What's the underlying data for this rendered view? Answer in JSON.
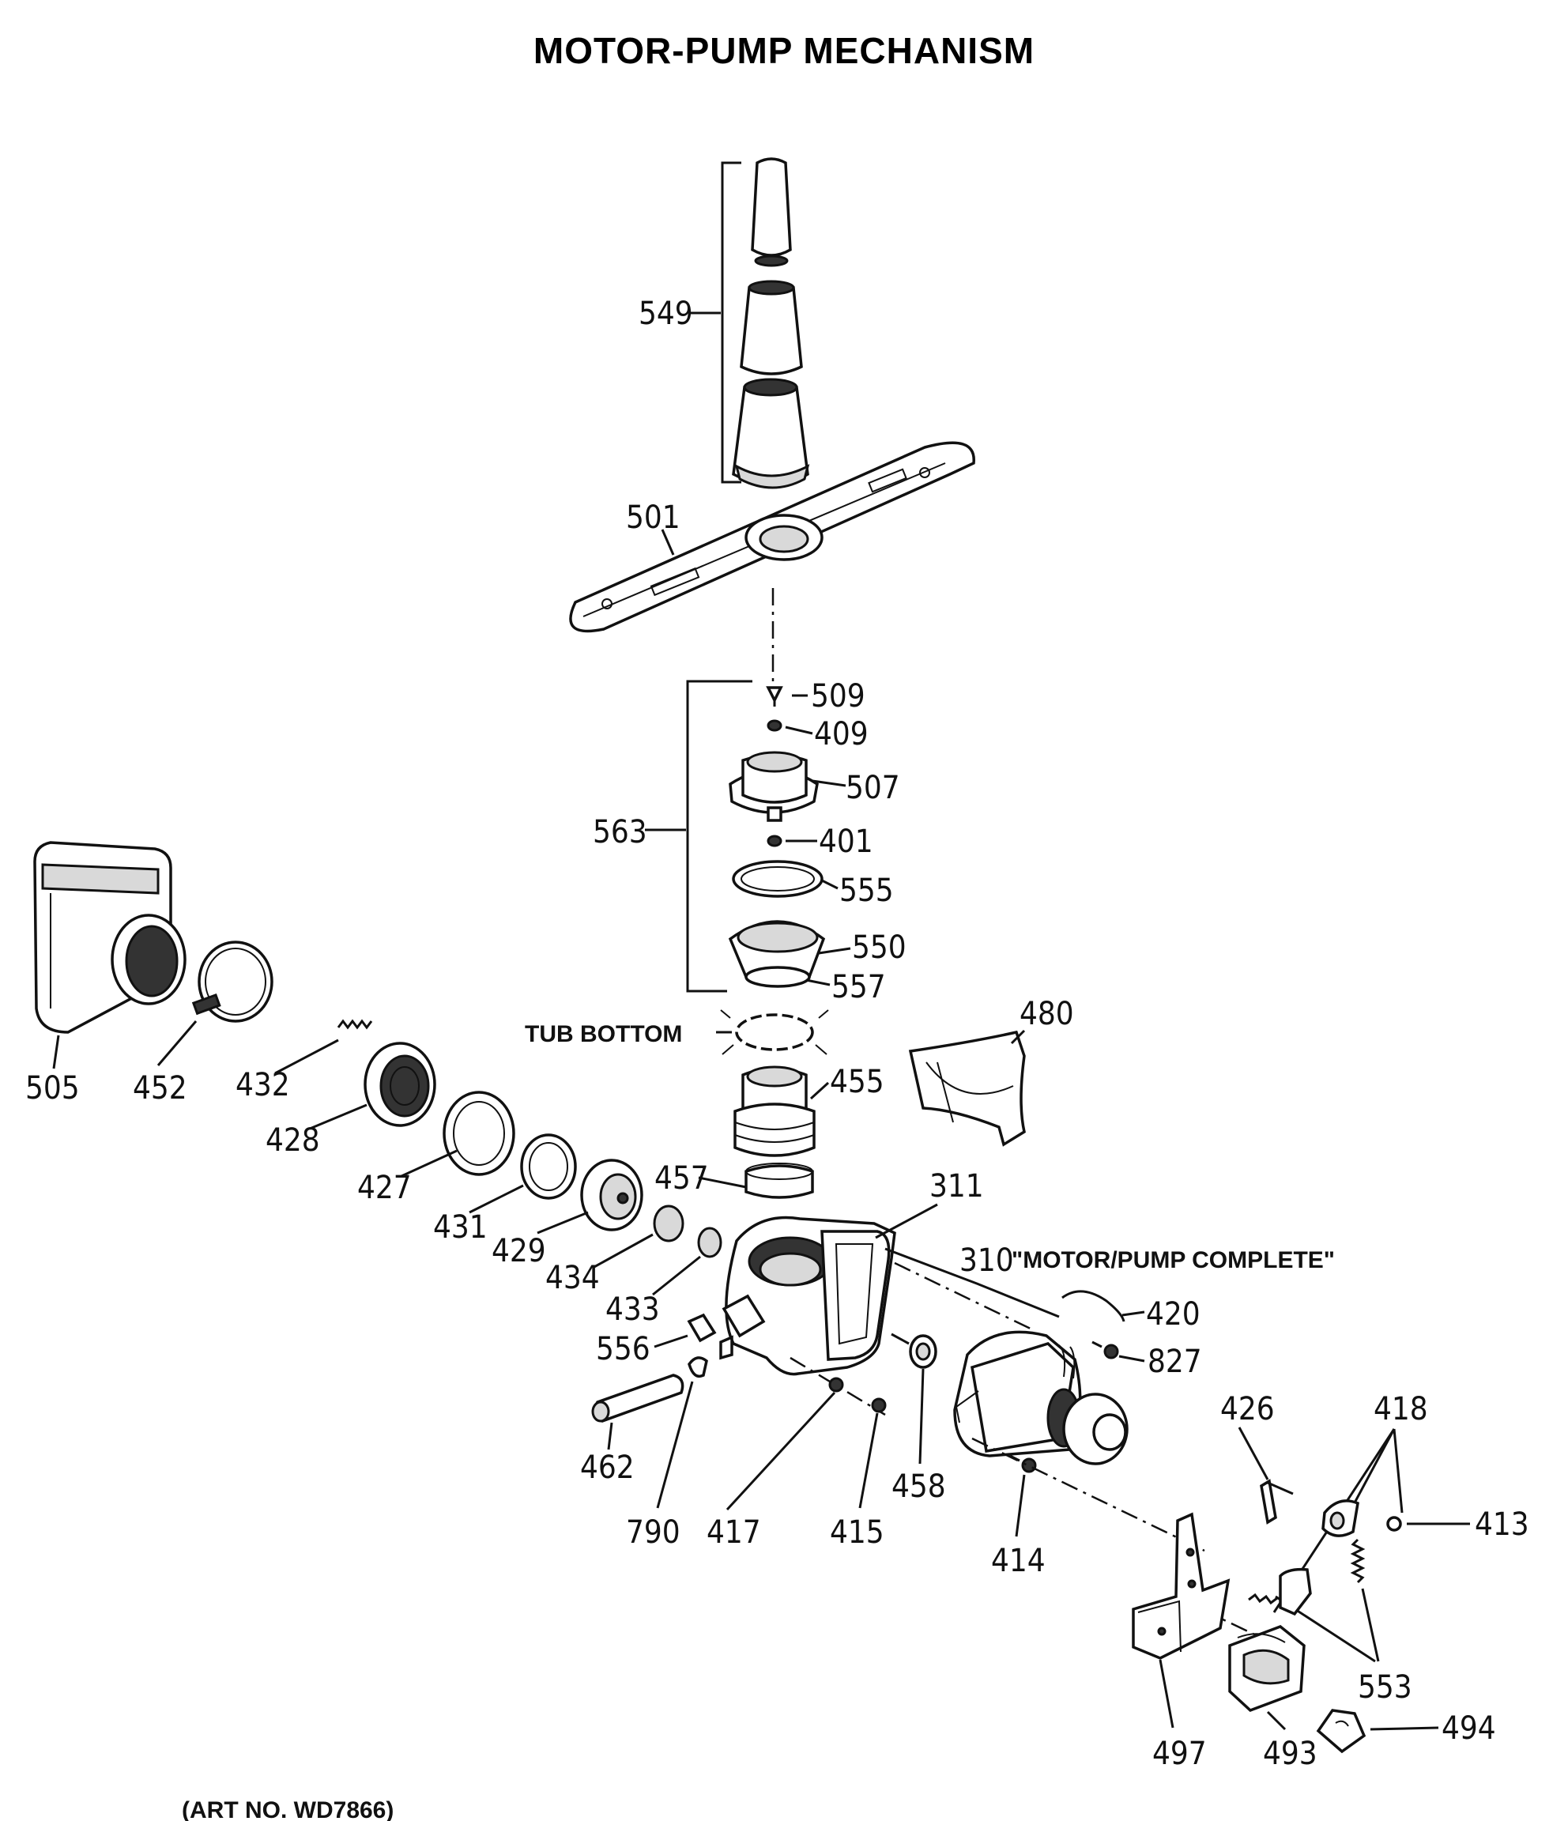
{
  "title": "MOTOR-PUMP MECHANISM",
  "labels": {
    "549": "549",
    "501": "501",
    "509": "509",
    "409": "409",
    "507": "507",
    "563": "563",
    "401": "401",
    "555": "555",
    "550": "550",
    "557": "557",
    "480": "480",
    "455": "455",
    "457": "457",
    "311": "311",
    "310": "310",
    "420": "420",
    "827": "827",
    "505": "505",
    "452": "452",
    "432": "432",
    "428": "428",
    "427": "427",
    "431": "431",
    "429": "429",
    "434": "434",
    "433": "433",
    "556": "556",
    "462": "462",
    "790": "790",
    "417": "417",
    "415": "415",
    "458": "458",
    "414": "414",
    "426": "426",
    "418": "418",
    "413": "413",
    "553": "553",
    "497": "497",
    "493": "493",
    "494": "494"
  },
  "callouts": {
    "tub_bottom": "TUB BOTTOM",
    "motor_pump_complete": "\"MOTOR/PUMP COMPLETE\""
  },
  "footer": "(ART NO. WD7866)"
}
